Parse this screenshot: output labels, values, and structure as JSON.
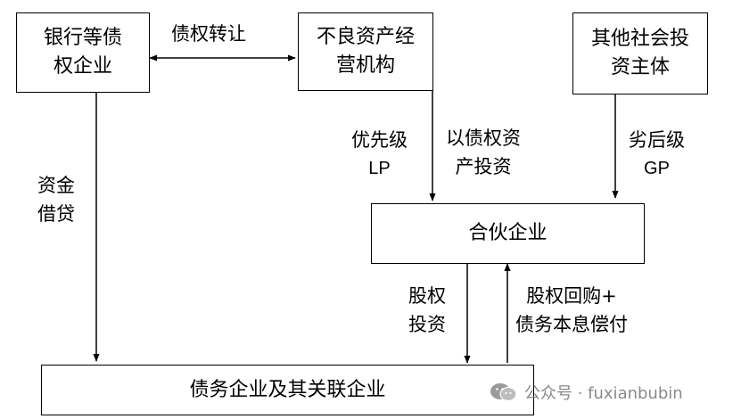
{
  "nodes": {
    "bank": {
      "line1": "银行等债",
      "line2": "权企业"
    },
    "amc": {
      "line1": "不良资产经",
      "line2": "营机构"
    },
    "social": {
      "line1": "其他社会投",
      "line2": "资主体"
    },
    "partnership": {
      "text": "合伙企业"
    },
    "debtor": {
      "text": "债务企业及其关联企业"
    }
  },
  "edges": {
    "transfer": {
      "label": "债权转让"
    },
    "loan": {
      "line1": "资金",
      "line2": "借贷"
    },
    "priority": {
      "line1": "优先级",
      "line2": "LP"
    },
    "invest_debt": {
      "line1": "以债权资",
      "line2": "产投资"
    },
    "subordinate": {
      "line1": "劣后级",
      "line2": "GP"
    },
    "equity_invest": {
      "line1": "股权",
      "line2": "投资"
    },
    "buyback": {
      "line1": "股权回购+",
      "line2": "债务本息偿付"
    }
  },
  "watermark": {
    "text": "公众号 · fuxianbubin",
    "icon": "wechat-icon"
  }
}
